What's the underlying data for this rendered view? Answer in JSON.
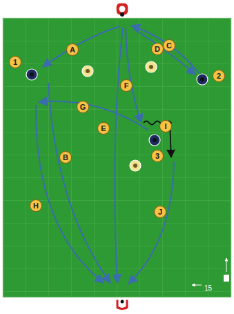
{
  "diagram": {
    "labels": [
      "A",
      "1",
      "C",
      "D",
      "2",
      "F",
      "G",
      "E",
      "I",
      "3",
      "B",
      "H",
      "J",
      "15"
    ]
  }
}
